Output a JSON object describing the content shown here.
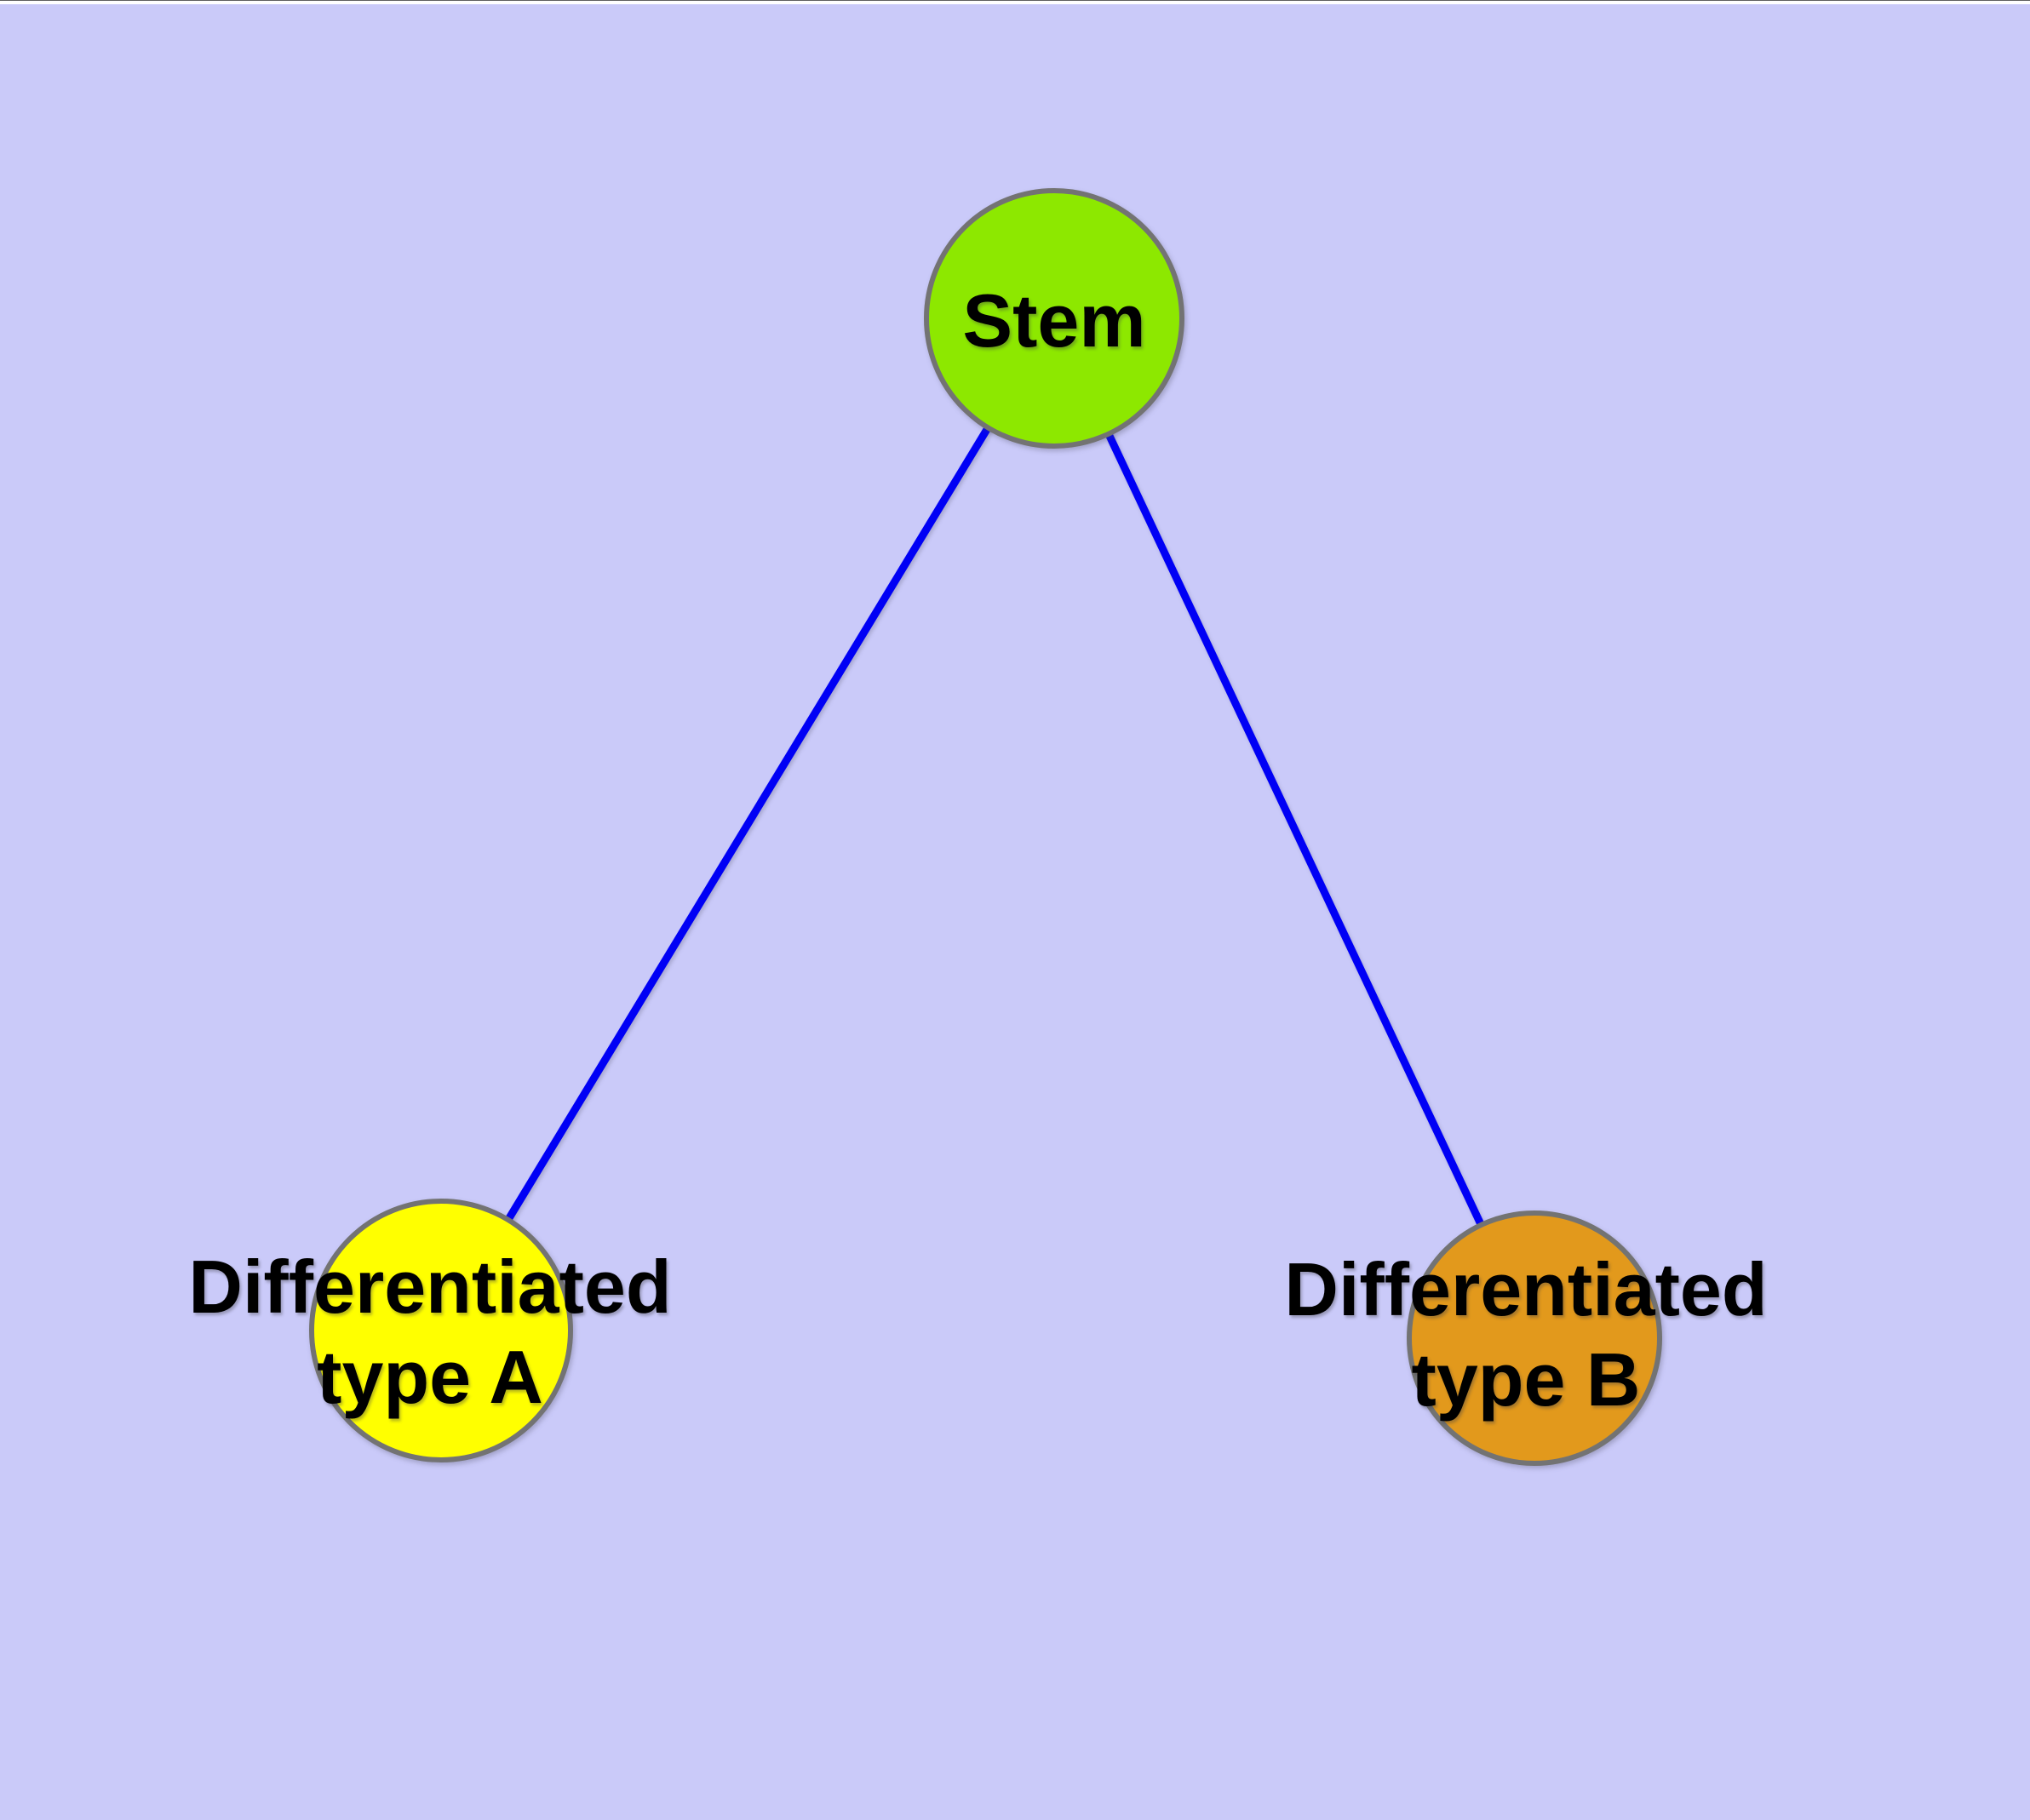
{
  "diagram": {
    "background_color": "#cacaf9",
    "edge_color": "#0000f5",
    "node_border_color": "#737373",
    "label_text_color": "#000000",
    "nodes": [
      {
        "id": "stem",
        "label_lines": [
          "Stem"
        ],
        "fill_color": "#8de800"
      },
      {
        "id": "differentiated-type-a",
        "label_lines": [
          "Differentiated",
          "type A"
        ],
        "fill_color": "#ffff00"
      },
      {
        "id": "differentiated-type-b",
        "label_lines": [
          "Differentiated",
          "type B"
        ],
        "fill_color": "#e2991c"
      }
    ],
    "edges": [
      {
        "from": "stem",
        "to": "differentiated-type-a"
      },
      {
        "from": "stem",
        "to": "differentiated-type-b"
      }
    ]
  }
}
